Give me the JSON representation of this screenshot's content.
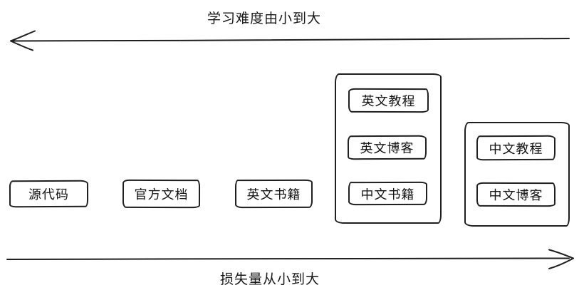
{
  "diagram": {
    "top_axis": {
      "label": "学习难度由小到大",
      "direction": "left"
    },
    "bottom_axis": {
      "label": "损失量从小到大",
      "direction": "right"
    },
    "boxes": [
      {
        "id": "source-code",
        "label": "源代码"
      },
      {
        "id": "official-docs",
        "label": "官方文档"
      },
      {
        "id": "english-books",
        "label": "英文书籍"
      }
    ],
    "groups": [
      {
        "id": "group-english-resources",
        "items": [
          {
            "id": "english-tutorials",
            "label": "英文教程"
          },
          {
            "id": "english-blogs",
            "label": "英文博客"
          },
          {
            "id": "chinese-books",
            "label": "中文书籍"
          }
        ]
      },
      {
        "id": "group-chinese-resources",
        "items": [
          {
            "id": "chinese-tutorials",
            "label": "中文教程"
          },
          {
            "id": "chinese-blogs",
            "label": "中文博客"
          }
        ]
      }
    ],
    "colors": {
      "stroke": "#1f1f1f",
      "background": "#ffffff",
      "text": "#141414"
    }
  }
}
